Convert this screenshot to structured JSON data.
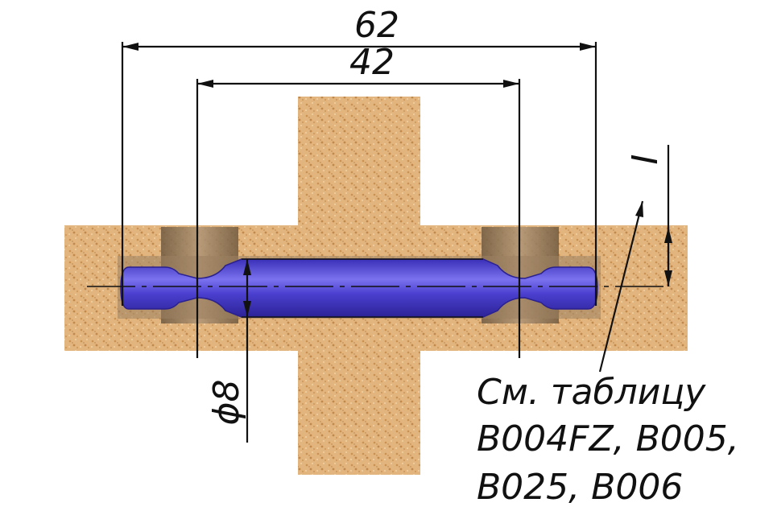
{
  "dimensions": {
    "outer_length": "62",
    "hole_spacing": "42",
    "diameter_symbol": "ϕ",
    "diameter_value": "8",
    "detail_marker": "I"
  },
  "note": {
    "line1": "См. таблицу",
    "line2": "B004FZ, B005,",
    "line3": "B025, B006"
  },
  "colors": {
    "chipboard": "#e0b078",
    "chipboard_dark": "#c8955a",
    "hole": "#8a7355",
    "dowel": "#4a3fcf",
    "dowel_highlight": "#7a72ee",
    "line": "#111111"
  }
}
